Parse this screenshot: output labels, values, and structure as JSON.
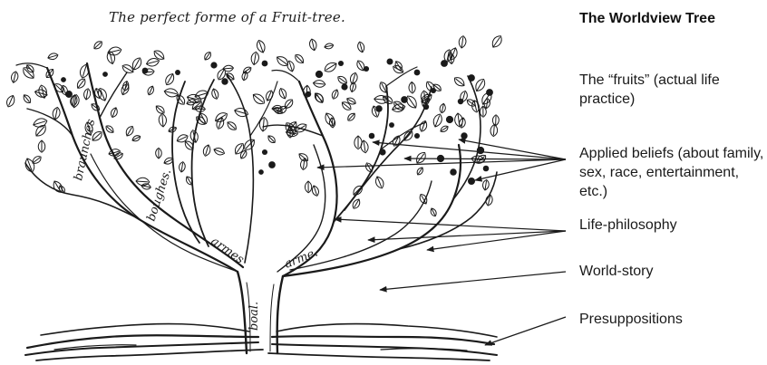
{
  "tree": {
    "caption": "The perfect forme of a Fruit-tree.",
    "inscriptions": {
      "braunches": "braunches",
      "boughes": "boughes.",
      "armes": "armes",
      "arme": "arme.",
      "boal": "boal."
    }
  },
  "legend": {
    "title": "The Worldview Tree",
    "items": [
      {
        "key": "fruits",
        "text": "The “fruits” (actual life practice)"
      },
      {
        "key": "applied",
        "text": "Applied beliefs (about family, sex, race, entertainment, etc.)"
      },
      {
        "key": "philosophy",
        "text": "Life-philosophy"
      },
      {
        "key": "story",
        "text": "World-story"
      },
      {
        "key": "presuppositions",
        "text": "Presuppositions"
      }
    ]
  },
  "colors": {
    "ink": "#1a1a1a",
    "background": "#ffffff"
  }
}
